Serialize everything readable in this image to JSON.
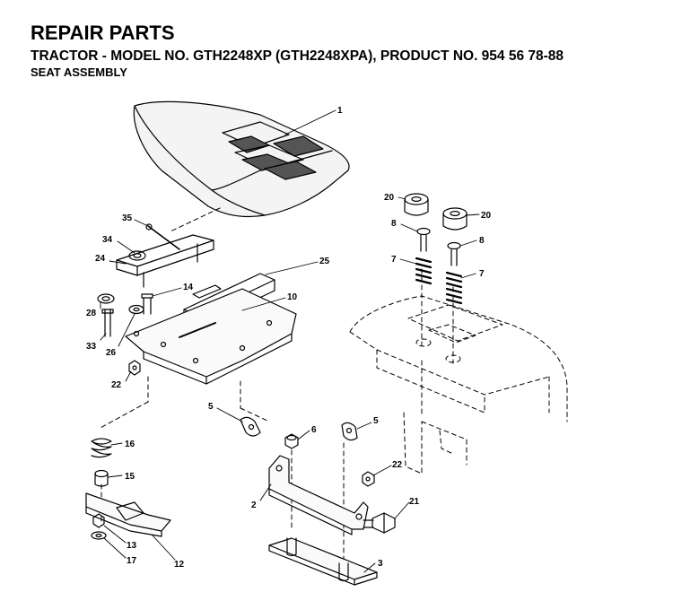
{
  "header": {
    "title": "REPAIR PARTS",
    "subtitle": "TRACTOR - MODEL NO. GTH2248XP (GTH2248XPA), PRODUCT NO. 954 56 78-88",
    "section": "SEAT ASSEMBLY"
  },
  "callouts": {
    "c1": "1",
    "c35": "35",
    "c34": "34",
    "c24": "24",
    "c25": "25",
    "c14": "14",
    "c28": "28",
    "c10": "10",
    "c26": "26",
    "c33": "33",
    "c22a": "22",
    "c5a": "5",
    "c6": "6",
    "c5b": "5",
    "c16": "16",
    "c15": "15",
    "c22b": "22",
    "c2": "2",
    "c21": "21",
    "c13": "13",
    "c17": "17",
    "c12": "12",
    "c3": "3",
    "c20a": "20",
    "c20b": "20",
    "c8a": "8",
    "c8b": "8",
    "c7a": "7",
    "c7b": "7"
  }
}
